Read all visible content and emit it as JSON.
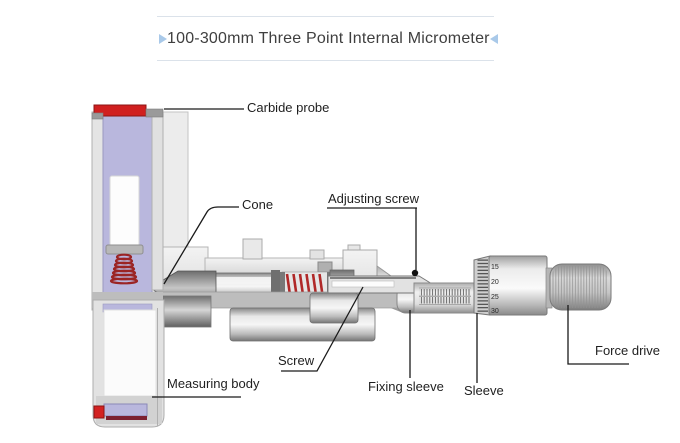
{
  "header": {
    "title": "100-300mm Three Point Internal Micrometer",
    "left_icon": "triangle-right",
    "right_icon": "triangle-left"
  },
  "diagram": {
    "labels": {
      "carbide_probe": "Carbide probe",
      "cone": "Cone",
      "adjusting_screw": "Adjusting screw",
      "screw": "Screw",
      "measuring_body": "Measuring body",
      "fixing_sleeve": "Fixing sleeve",
      "sleeve": "Sleeve",
      "force_drive": "Force drive"
    },
    "thimble_marks": [
      "15",
      "20",
      "25",
      "30"
    ],
    "colors": {
      "accent_red": "#d01f1f",
      "lavender": "#b9b7dd",
      "spring_red": "#9b2424",
      "arrow_blue": "#a9c9e9",
      "rule_grey": "#dbe2ea"
    }
  }
}
